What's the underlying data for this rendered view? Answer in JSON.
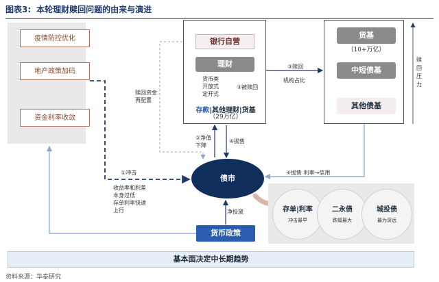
{
  "title": {
    "label": "图表3:",
    "text": "本轮理财赎回问题的由来与演进"
  },
  "left_factors": [
    "疫情防控优化",
    "地产政策加码",
    "资金利率收敛"
  ],
  "center": {
    "bank": "银行自营",
    "wealth": "理财",
    "wealth_types": "货币类\n开放式\n定开式",
    "redeem_label": "③被赎回",
    "composition": {
      "deposit": "存款",
      "rest": "|其他理财|货基"
    },
    "size": "（29万亿）"
  },
  "right": {
    "fund": "货基",
    "fund_size": "（10+万亿）",
    "short_bond": "中短债基",
    "other_bond": "其他债基",
    "pressure": "赎回压力"
  },
  "edges": {
    "redeem_arrow": "③赎回",
    "institution_share": "机构占比",
    "reallocation": "赎回资金\n再配置",
    "nav_drop": "②净值\n下降",
    "sell": "④抛售",
    "shock": "①冲击",
    "spread_text": "收益率和利差\n本身过低\n存单利率快速\n上行",
    "sell_rate": "④抛售 利率→信用",
    "net_injection": "净投放"
  },
  "market": "债市",
  "policy": "货币政策",
  "venn": [
    {
      "title": "存单|利率",
      "sub": "冲击最早"
    },
    {
      "title": "二永债",
      "sub": "跌幅最大"
    },
    {
      "title": "城投债",
      "sub": "最为深远"
    }
  ],
  "bottom": "基本面决定中长期趋势",
  "source": "资料来源：华泰研究"
}
